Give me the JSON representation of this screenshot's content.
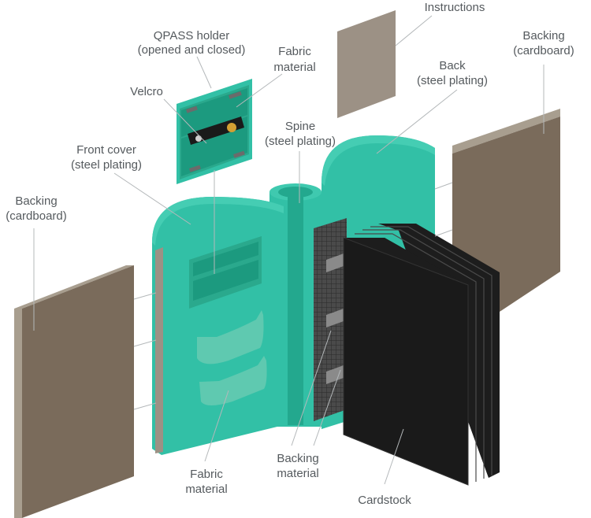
{
  "colors": {
    "teal": "#32c0a6",
    "teal_dark": "#23a88e",
    "teal_panel": "#1c9a7f",
    "cardboard_face": "#7a6b5b",
    "cardboard_edge": "#a89e8f",
    "instructions_sheet": "#9c9185",
    "cardstock_face": "#1d1d1d",
    "cardstock_edge": "#333333",
    "label_text": "#555a5e",
    "leader_line": "#b4b8ba"
  },
  "labels": {
    "instructions": [
      "Instructions"
    ],
    "qpass_holder": [
      "QPASS holder",
      "(opened and closed)"
    ],
    "fabric_material_top": [
      "Fabric",
      "material"
    ],
    "velcro": [
      "Velcro"
    ],
    "back": [
      "Back",
      "(steel plating)"
    ],
    "backing_right": [
      "Backing",
      "(cardboard)"
    ],
    "spine": [
      "Spine",
      "(steel plating)"
    ],
    "front_cover": [
      "Front cover",
      "(steel plating)"
    ],
    "backing_left": [
      "Backing",
      "(cardboard)"
    ],
    "backing_material": [
      "Backing",
      "material"
    ],
    "fabric_material_bottom": [
      "Fabric",
      "material"
    ],
    "cardstock": [
      "Cardstock"
    ]
  },
  "icons": [
    "qpass-card-icon"
  ]
}
